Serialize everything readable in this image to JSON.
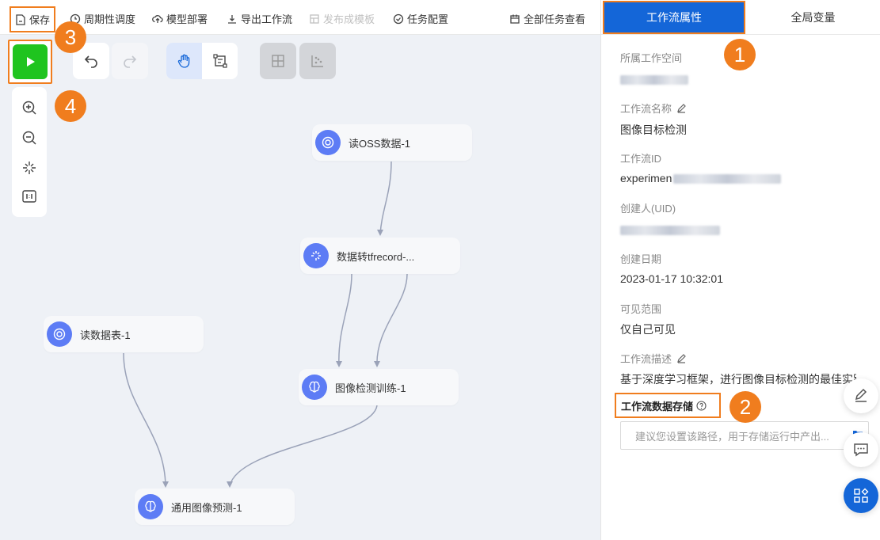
{
  "toolbar": {
    "save": "保存",
    "schedule": "周期性调度",
    "deploy": "模型部署",
    "export": "导出工作流",
    "publish_template": "发布成模板",
    "task_config": "任务配置",
    "view_all_tasks": "全部任务查看"
  },
  "nodes": [
    {
      "label": "读OSS数据-1",
      "icon": "target-icon"
    },
    {
      "label": "数据转tfrecord-...",
      "icon": "sparkle-icon"
    },
    {
      "label": "读数据表-1",
      "icon": "target-icon"
    },
    {
      "label": "图像检测训练-1",
      "icon": "brain-icon"
    },
    {
      "label": "通用图像预测-1",
      "icon": "brain-icon"
    }
  ],
  "right": {
    "tabs": {
      "properties": "工作流属性",
      "global_vars": "全局变量"
    },
    "workspace_label": "所属工作空间",
    "name_label": "工作流名称",
    "name_value": "图像目标检测",
    "id_label": "工作流ID",
    "id_value": "experimen",
    "creator_label": "创建人(UID)",
    "date_label": "创建日期",
    "date_value": "2023-01-17 10:32:01",
    "visibility_label": "可见范围",
    "visibility_value": "仅自己可见",
    "desc_label": "工作流描述",
    "desc_value": "基于深度学习框架，进行图像目标检测的最佳实践",
    "storage_label": "工作流数据存储",
    "storage_placeholder": "建议您设置该路径，用于存储运行中产出..."
  },
  "badges": [
    "1",
    "2",
    "3",
    "4"
  ],
  "colors": {
    "accent": "#1466d8",
    "highlight": "#f07d1e",
    "run": "#1fc41f",
    "node_icon": "#5d7cf5"
  }
}
